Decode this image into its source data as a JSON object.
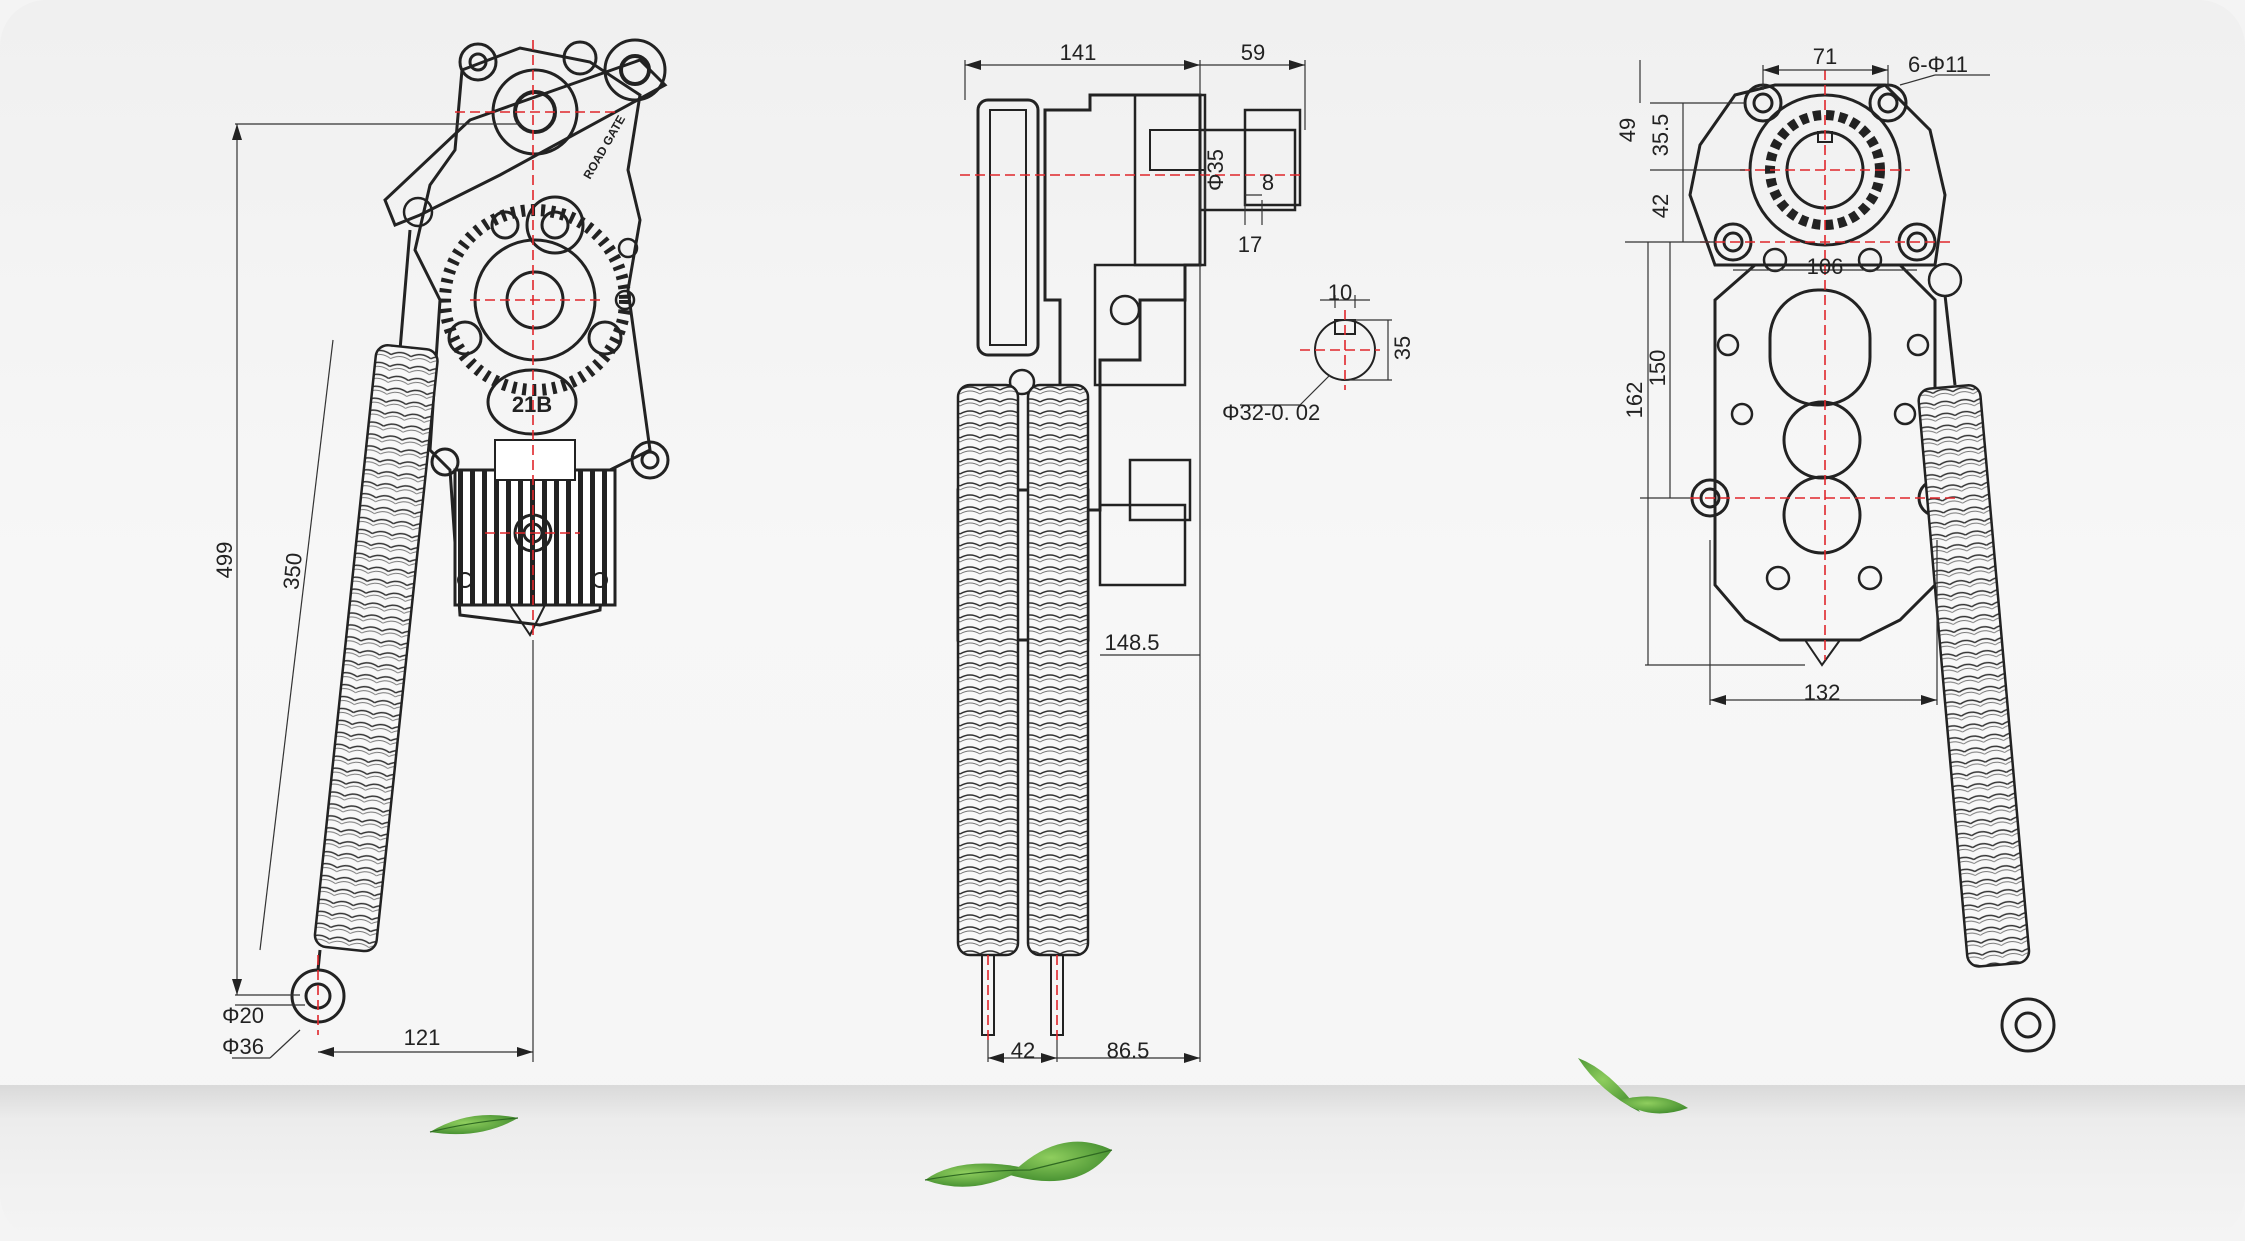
{
  "views": {
    "front": {
      "dims": {
        "total_height": "499",
        "spring_length": "350",
        "offset": "121",
        "eye_inner": "Φ20",
        "eye_outer": "Φ36",
        "marking": "21B",
        "plate": "ROAD GATE"
      }
    },
    "side": {
      "dims": {
        "width_top": "141",
        "width_right": "59",
        "shaft_dia": "Φ35",
        "shaft_8": "8",
        "shaft_17": "17",
        "key_width": "10",
        "key_height": "35",
        "key_dia": "Φ32-0. 02",
        "depth": "148.5",
        "pitch": "42",
        "bottom_right": "86.5"
      }
    },
    "back": {
      "dims": {
        "hole_spacing": "71",
        "holes": "6-Φ11",
        "v_49": "49",
        "v_35_5": "35.5",
        "v_42": "42",
        "h_106": "106",
        "v_150": "150",
        "v_162": "162",
        "h_132": "132"
      }
    }
  },
  "colors": {
    "line": "#222222",
    "centerline": "#e0262b",
    "leaf": "#5aa33f"
  },
  "icons": [
    "leaf-icon"
  ]
}
